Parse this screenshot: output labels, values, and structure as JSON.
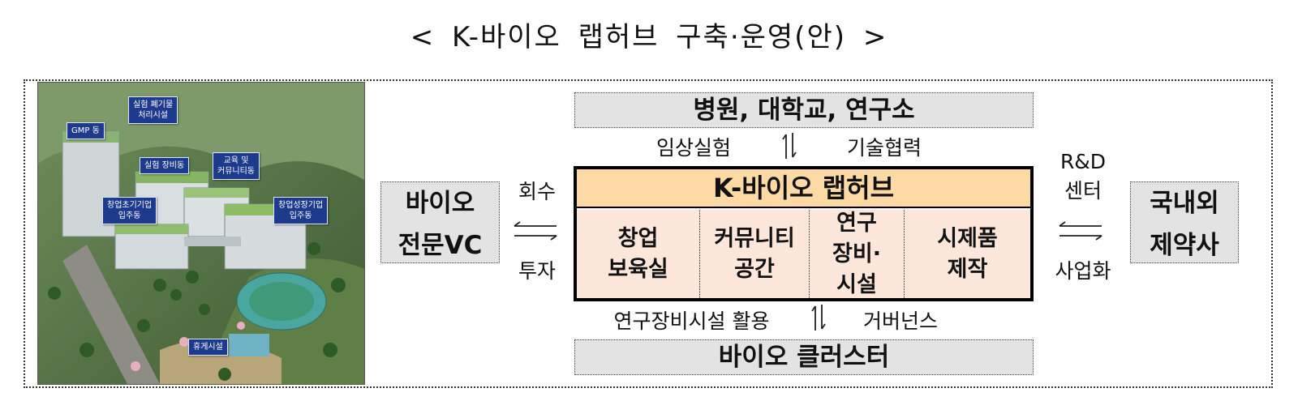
{
  "title": "< K-바이오 랩허브 구축·운영(안) >",
  "aerial_labels": {
    "waste": "실험 폐기물\n처리시설",
    "gmp": "GMP 동",
    "equip": "실험 장비동",
    "edu": "교육 및\n커뮤니티동",
    "startup_early": "창업초기기업\n입주동",
    "startup_growth": "창업성장기업\n입주동",
    "rest": "휴게시설"
  },
  "top_box": "병원, 대학교, 연구소",
  "top_left_label": "임상실험",
  "top_right_label": "기술협력",
  "hub_title": "K-바이오 랩허브",
  "hub_cells": [
    "창업\n보육실",
    "커뮤니티\n공간",
    "연구\n장비·\n시설",
    "시제품\n제작"
  ],
  "bottom_left_label": "연구장비시설 활용",
  "bottom_right_label": "거버넌스",
  "bottom_box": "바이오 클러스터",
  "left_box": "바이오\n전문VC",
  "left_top_label": "회수",
  "left_bottom_label": "투자",
  "right_box": "국내외\n제약사",
  "right_top_label": "R&D\n센터",
  "right_bottom_label": "사업화"
}
